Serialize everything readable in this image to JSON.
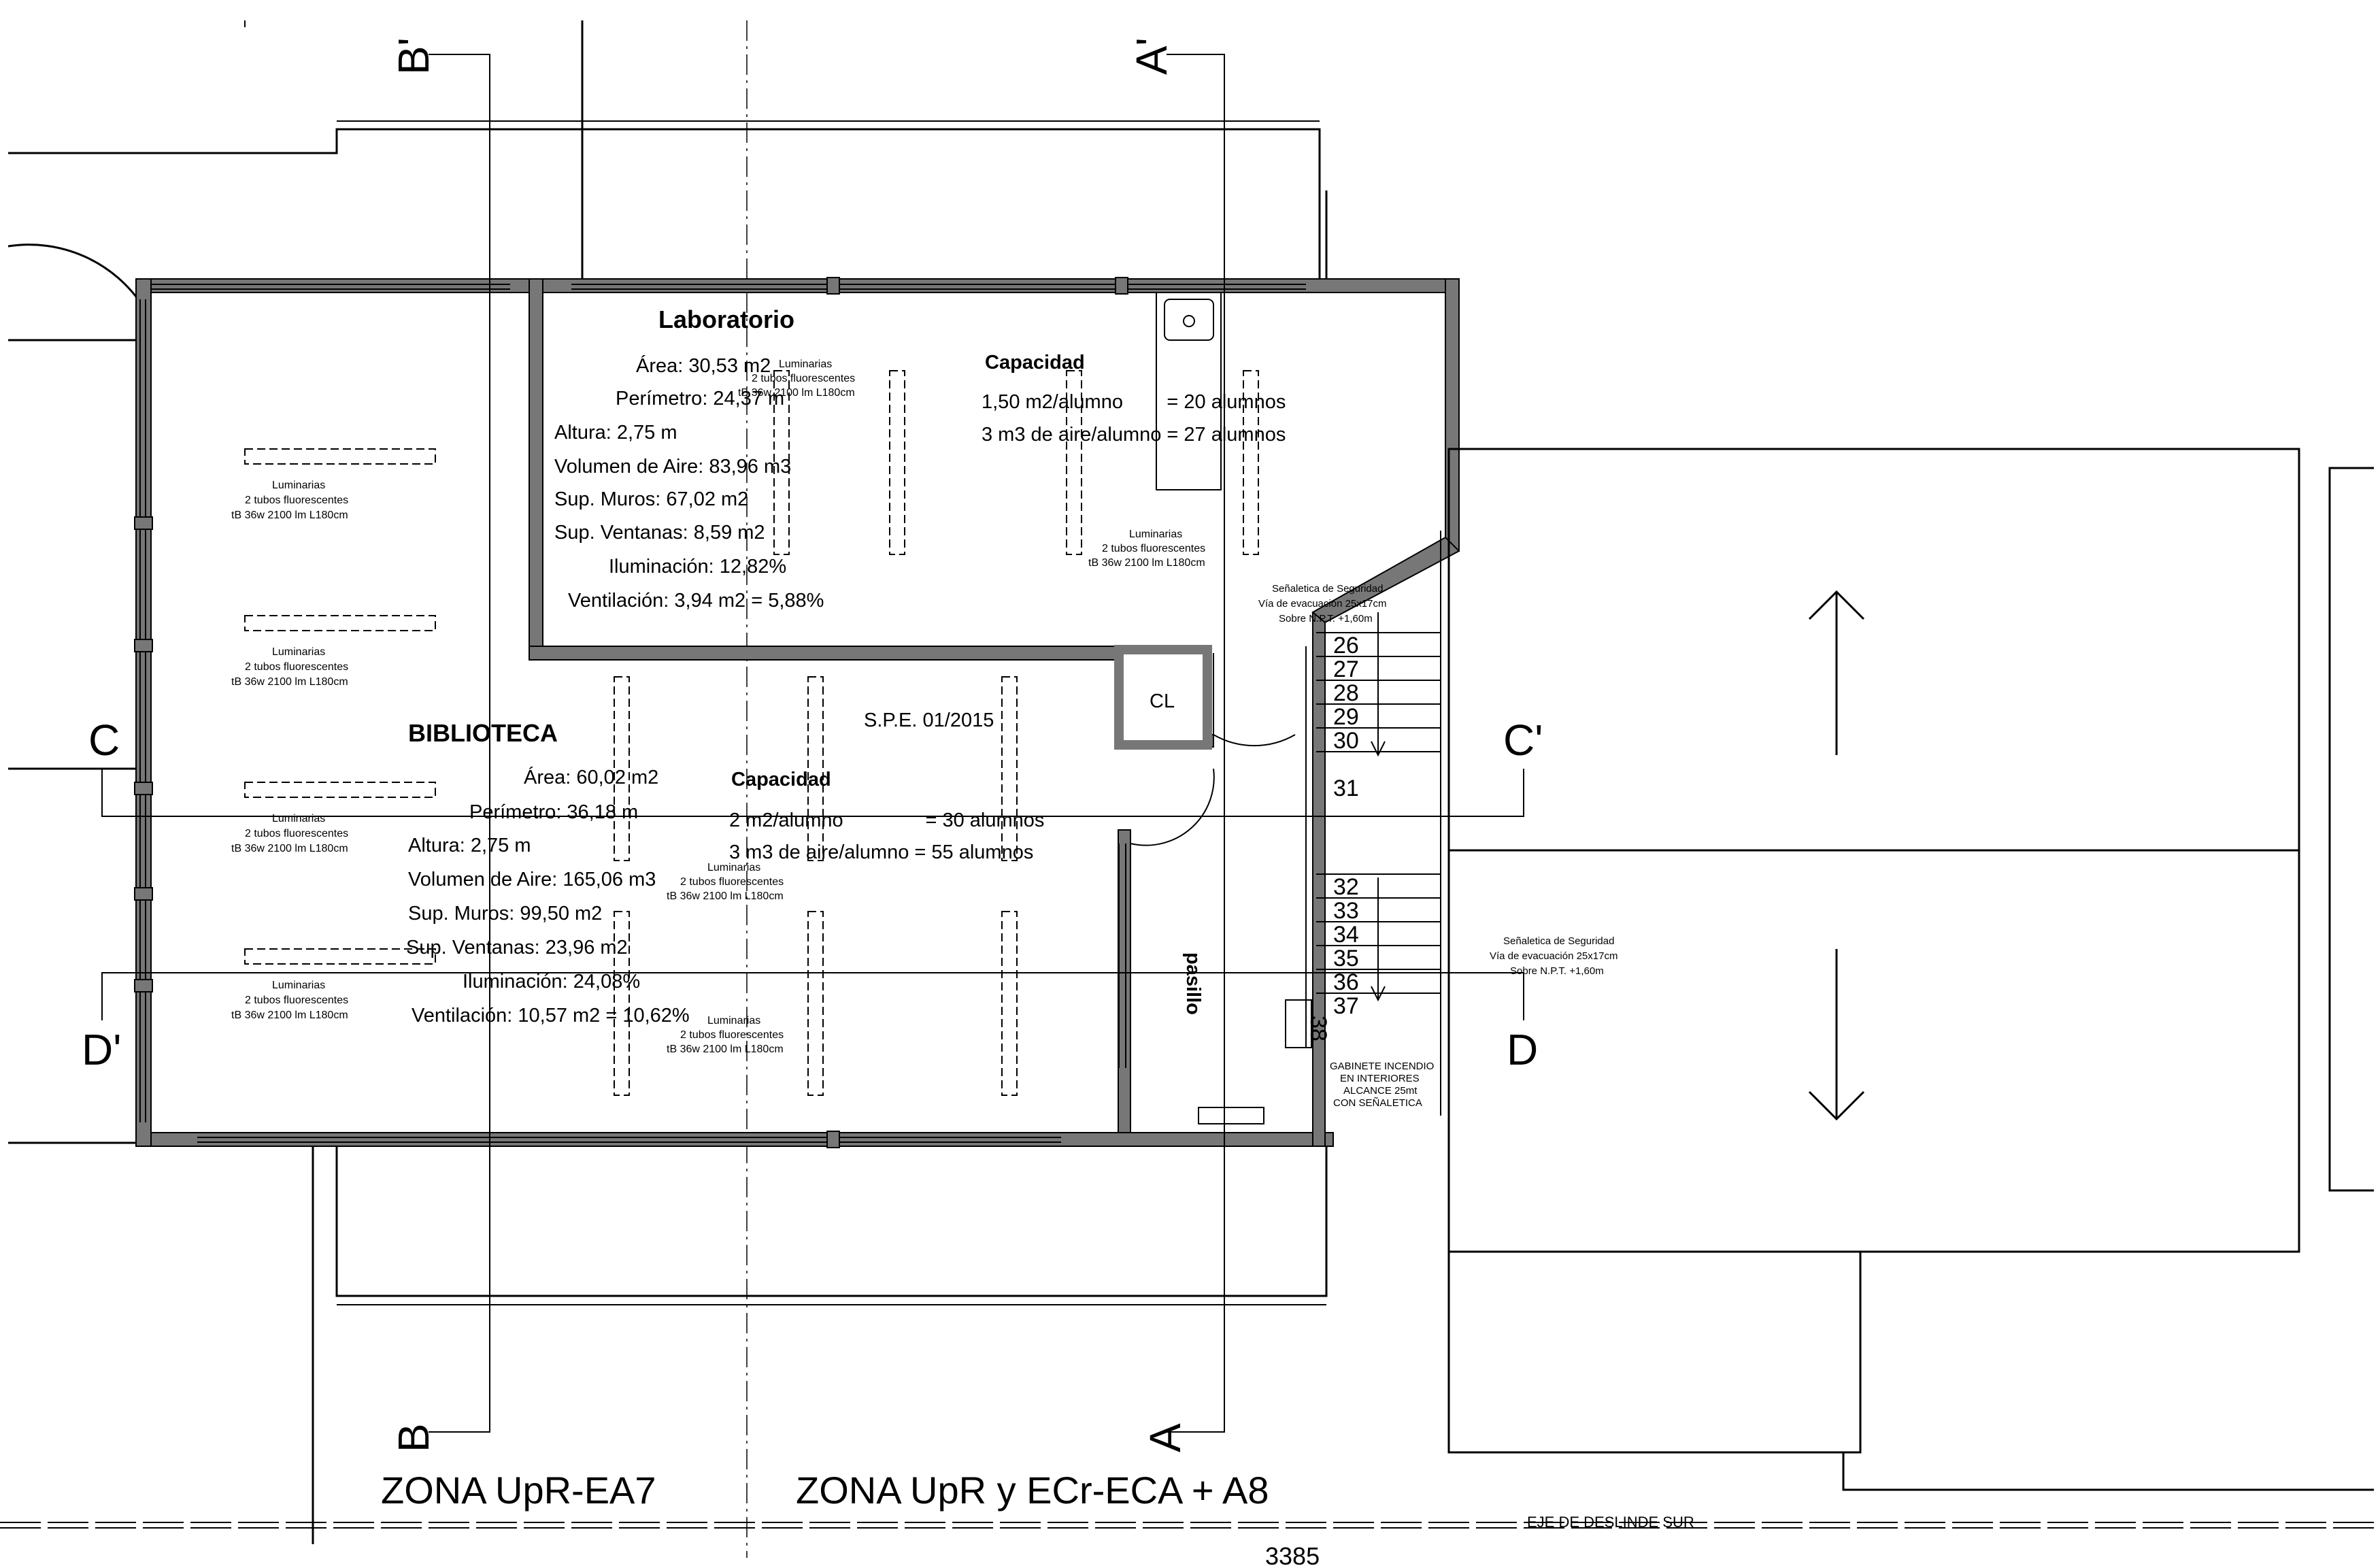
{
  "laboratorio": {
    "title": "Laboratorio",
    "lines": [
      "Área: 30,53 m2",
      "Perímetro: 24,37 m",
      "Altura: 2,75 m",
      "Volumen de Aire: 83,96 m3",
      "Sup. Muros: 67,02 m2",
      "Sup. Ventanas: 8,59 m2",
      "Iluminación: 12,82%",
      "Ventilación: 3,94 m2 = 5,88%"
    ],
    "capacity_title": "Capacidad",
    "capacity_lines": [
      "1,50 m2/alumno        = 20 alumnos",
      "3 m3 de aire/alumno = 27 alumnos"
    ]
  },
  "biblioteca": {
    "title": "BIBLIOTECA",
    "lines": [
      "Área: 60,02 m2",
      "Perímetro: 36,18 m",
      "Altura: 2,75 m",
      "Volumen de Aire: 165,06 m3",
      "Sup. Muros: 99,50 m2",
      "Sup. Ventanas: 23,96 m2",
      "Iluminación: 24,08%",
      "Ventilación: 10,57 m2 = 10,62%"
    ],
    "capacity_title": "Capacidad",
    "capacity_lines": [
      "2 m2/alumno               = 30 alumnos",
      "3 m3 de aire/alumno = 55 alumnos"
    ]
  },
  "luminaire": {
    "line1": "Luminarias",
    "line2": "2 tubos fluorescentes",
    "line3": "tB 36w 2100 lm L180cm"
  },
  "labels": {
    "cl": "CL",
    "spe": "S.P.E. 01/2015",
    "pasillo": "pasillo"
  },
  "senaletica_1": [
    "Señaletica de Seguridad",
    "Vía de evacuación 25x17cm",
    "Sobre N.P.T. +1,60m"
  ],
  "senaletica_2": [
    "Señaletica de Seguridad",
    "Vía de evacuación 25x17cm",
    "Sobre N.P.T. +1,60m"
  ],
  "gabinete": [
    "GABINETE INCENDIO",
    "EN INTERIORES",
    "ALCANCE 25mt",
    "CON SEÑALETICA"
  ],
  "steps": [
    "26",
    "27",
    "28",
    "29",
    "30",
    "31",
    "32",
    "33",
    "34",
    "35",
    "36",
    "37",
    "38"
  ],
  "sections": {
    "a_top": "A'",
    "a_bottom": "A",
    "b_top": "B'",
    "b_bottom": "B",
    "c_left": "C",
    "c_right": "C'",
    "d_left": "D'",
    "d_right": "D"
  },
  "zones": {
    "left": "ZONA UpR-EA7",
    "right": "ZONA UpR y ECr-ECA + A8"
  },
  "boundary": {
    "label": "EJE DE DESLINDE SUR",
    "number": "3385"
  }
}
